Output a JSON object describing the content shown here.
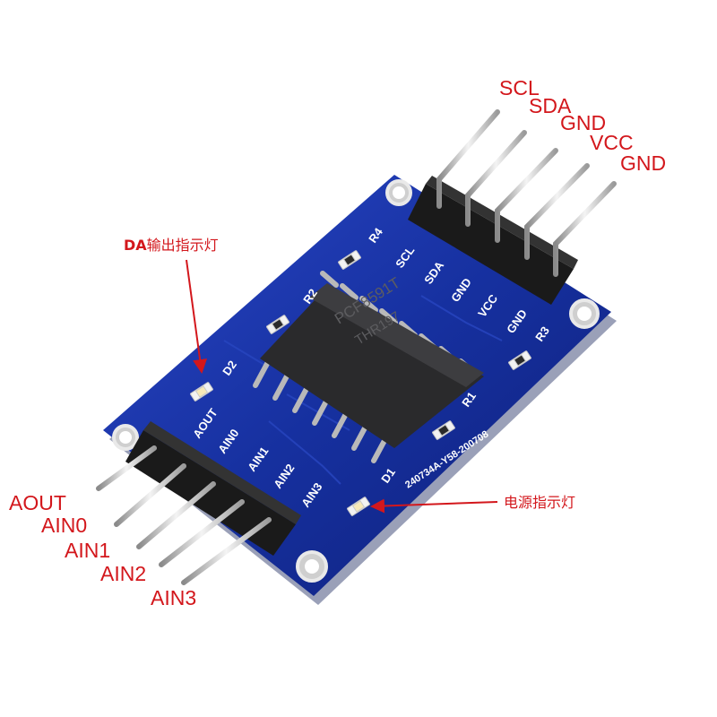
{
  "top_pins": [
    "SCL",
    "SDA",
    "GND",
    "VCC",
    "GND"
  ],
  "bottom_pins": [
    "AOUT",
    "AIN0",
    "AIN1",
    "AIN2",
    "AIN3"
  ],
  "silk_top": [
    "SCL",
    "SDA",
    "GND",
    "VCC",
    "GND"
  ],
  "silk_bottom": [
    "AOUT",
    "AIN0",
    "AIN1",
    "AIN2",
    "AIN3"
  ],
  "silk_parts": {
    "r1": "R1",
    "r2": "R2",
    "r3": "R3",
    "r4": "R4",
    "d1": "D1",
    "d2": "D2"
  },
  "chip_marking": {
    "line1": "PCF8591T",
    "line2": "THR197"
  },
  "board_code": "240734A-Y58-200708",
  "notes": {
    "da_led_prefix": "DA",
    "da_led_rest": "输出指示灯",
    "power_led": "电源指示灯"
  },
  "colors": {
    "label": "#d3171c",
    "board": "#13289c",
    "silk": "#ffffff"
  }
}
